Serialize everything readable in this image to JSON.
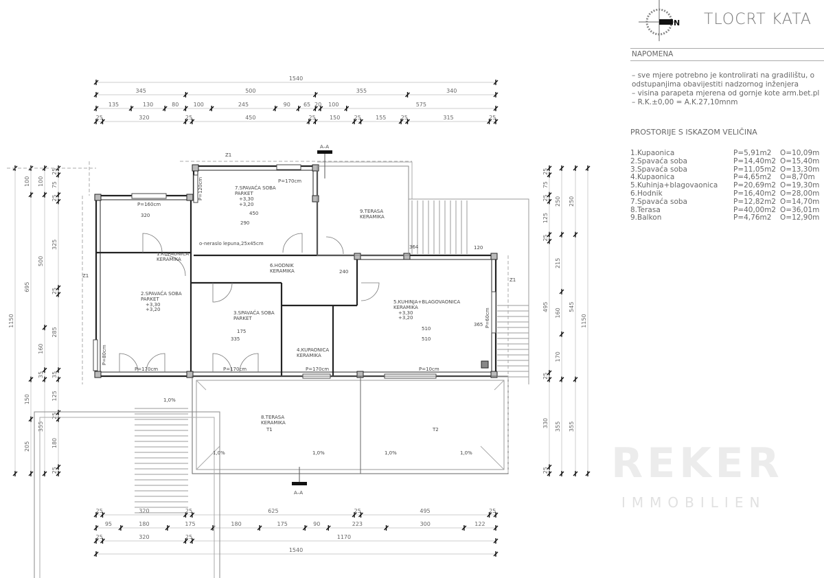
{
  "header": {
    "title": "TLOCRT KATA",
    "north_label": "N"
  },
  "notes": {
    "heading": "NAPOMENA",
    "lines": [
      "–  sve mjere potrebno je kontrolirati na gradilištu, o",
      "   odstupanjima obavijestiti nadzornog inženjera",
      "–  visina parapeta mjerena od gornje kote arm.bet.pl",
      "–  R.K.±0,00  =  A.K.27,10mnm"
    ]
  },
  "rooms_table": {
    "heading": "PROSTORIJE  S  ISKAZOM  VELIČINA",
    "rows": [
      {
        "name": "1.Kupaonica",
        "area": "P=5,91m2",
        "perimeter": "O=10,09m"
      },
      {
        "name": "2.Spavaća  soba",
        "area": "P=14,40m2",
        "perimeter": "O=15,40m"
      },
      {
        "name": "3.Spavaća  soba",
        "area": "P=11,05m2",
        "perimeter": "O=13,30m"
      },
      {
        "name": "4.Kupaonica",
        "area": "P=4,65m2",
        "perimeter": "O=8,70m"
      },
      {
        "name": "5.Kuhinja+blagovaonica",
        "area": "P=20,69m2",
        "perimeter": "O=19,30m"
      },
      {
        "name": "6.Hodnik",
        "area": "P=16,40m2",
        "perimeter": "O=28,00m"
      },
      {
        "name": "7.Spavaća  soba",
        "area": "P=12,82m2",
        "perimeter": "O=14,70m"
      },
      {
        "name": "8.Terasa",
        "area": "P=40,00m2",
        "perimeter": "O=36,01m"
      },
      {
        "name": "9.Balkon",
        "area": "P=4,76m2",
        "perimeter": "O=12,90m"
      }
    ]
  },
  "plan_labels": {
    "room1": [
      "1.KUPAONICA",
      "KERAMIKA"
    ],
    "room2": [
      "2.SPAVAĆA SOBA",
      "PARKET",
      "+3,30",
      "+3,20"
    ],
    "room3": [
      "3.SPAVAĆA SOBA",
      "PARKET"
    ],
    "room4": [
      "4.KUPAONICA",
      "KERAMIKA"
    ],
    "room5": [
      "5.KUHINJA+BLAGOVAONICA",
      "KERAMIKA",
      "+3,30",
      "+3,20"
    ],
    "room6": [
      "6.HODNIK",
      "KERAMIKA"
    ],
    "room7": [
      "7.SPAVAĆA SOBA",
      "PARKET",
      "+3,30",
      "+3,20"
    ],
    "room8": [
      "8.TERASA",
      "KERAMIKA",
      "T1",
      "T2"
    ],
    "room9": [
      "9.TERASA",
      "KERAMIKA"
    ],
    "section": "A–A",
    "chimney": "o-neraslo lepuna,25x45cm",
    "openings": [
      "P=160cm",
      "P=170cm",
      "P=120cm",
      "P=170cm",
      "P=170cm",
      "P=170cm",
      "P=10cm",
      "P=60cm",
      "P=80cm"
    ],
    "slopes": [
      "1,0%",
      "1,0%",
      "1,0%",
      "1,0%",
      "1,0%"
    ],
    "misc": [
      "Z1",
      "Z1",
      "Z1",
      "364",
      "510",
      "510",
      "450",
      "320",
      "335",
      "290",
      "175",
      "240",
      "120",
      "365"
    ]
  },
  "dimensions": {
    "top": [
      [
        "1540"
      ],
      [
        "345",
        "500",
        "355",
        "340"
      ],
      [
        "135",
        "130",
        "80",
        "100",
        "245",
        "90",
        "65",
        "20",
        "100",
        "575"
      ],
      [
        "25",
        "320",
        "25",
        "450",
        "25",
        "150",
        "25",
        "155",
        "25",
        "315",
        "25"
      ]
    ],
    "bottom": [
      [
        "25",
        "320",
        "25",
        "625",
        "25",
        "495",
        "25"
      ],
      [
        "95",
        "180",
        "175",
        "180",
        "175",
        "90",
        "223",
        "300",
        "122"
      ],
      [
        "25",
        "320",
        "25",
        "1170"
      ],
      [
        "1540"
      ]
    ],
    "left": [
      [
        "1150"
      ],
      [
        "100",
        "695",
        "150",
        "205"
      ],
      [
        "100",
        "500",
        "160",
        "35",
        "355"
      ],
      [
        "25",
        "75",
        "25",
        "325",
        "25",
        "285",
        "35",
        "125",
        "25",
        "180",
        "25"
      ]
    ],
    "right": [
      [
        "25",
        "75",
        "25",
        "125",
        "25",
        "495",
        "25",
        "330",
        "25"
      ],
      [
        "250",
        "215",
        "160",
        "170",
        "355"
      ],
      [
        "250",
        "545",
        "355"
      ],
      [
        "1150"
      ]
    ]
  },
  "watermark": {
    "line1": "REKER",
    "line2": "IMMOBILIEN"
  }
}
